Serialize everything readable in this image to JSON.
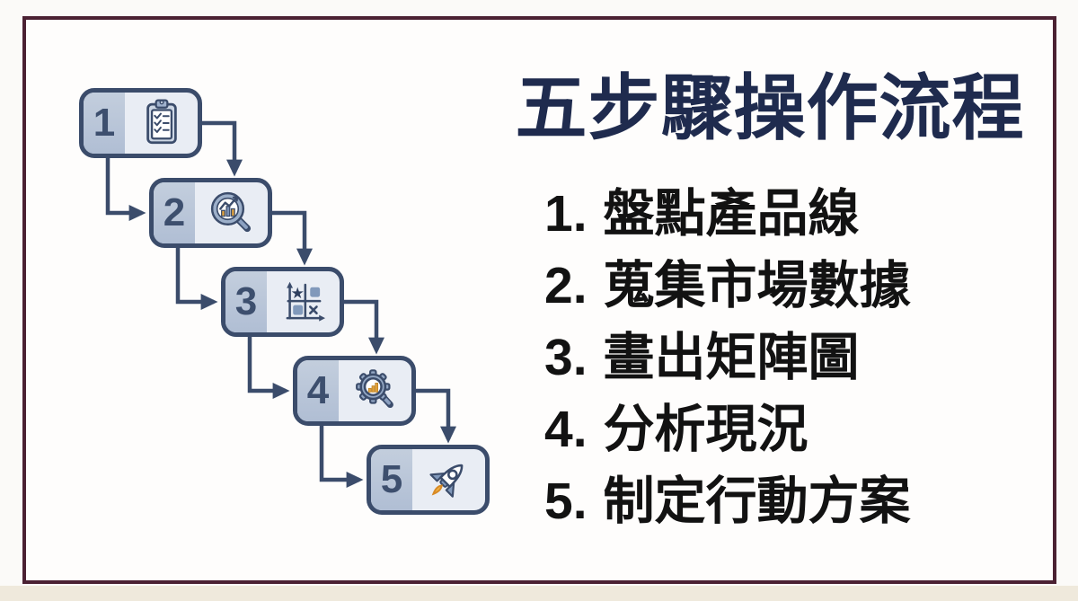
{
  "title": "五步驟操作流程",
  "flow": {
    "steps": [
      {
        "num": "1",
        "icon": "clipboard-checklist"
      },
      {
        "num": "2",
        "icon": "chart-magnifier"
      },
      {
        "num": "3",
        "icon": "matrix-grid"
      },
      {
        "num": "4",
        "icon": "gear-analysis"
      },
      {
        "num": "5",
        "icon": "rocket"
      }
    ]
  },
  "list": {
    "items": [
      {
        "number": "1.",
        "text": "盤點產品線"
      },
      {
        "number": "2.",
        "text": "蒐集市場數據"
      },
      {
        "number": "3.",
        "text": "畫出矩陣圖"
      },
      {
        "number": "4.",
        "text": "分析現況"
      },
      {
        "number": "5.",
        "text": "制定行動方案"
      }
    ]
  },
  "colors": {
    "frame_border": "#4b2133",
    "box_outline": "#3b4c6b",
    "number_panel": "#b6c3d8",
    "icon_panel": "#e9edf4",
    "accent_orange": "#e2a23c",
    "steel_blue": "#8199bb",
    "title_navy": "#1f2b4e",
    "text_black": "#121212"
  }
}
